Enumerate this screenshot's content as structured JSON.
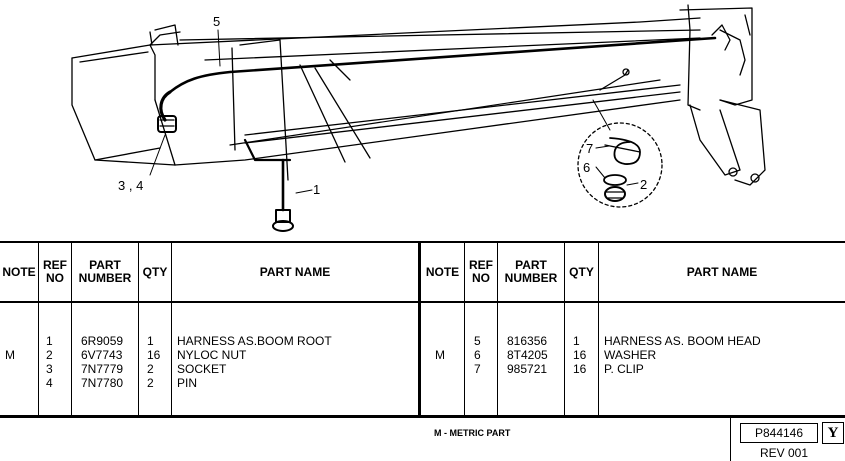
{
  "callouts": [
    "5",
    "3 , 4",
    "1",
    "7",
    "6",
    "2"
  ],
  "headers": {
    "note": "NOTE",
    "ref_no": [
      "REF",
      "NO"
    ],
    "part_number": [
      "PART",
      "NUMBER"
    ],
    "qty": "QTY",
    "part_name": "PART NAME"
  },
  "left": {
    "notes": [
      "",
      "M",
      "",
      ""
    ],
    "refs": [
      "1",
      "2",
      "3",
      "4"
    ],
    "part_numbers": [
      "6R9059",
      "6V7743",
      "7N7779",
      "7N7780"
    ],
    "qtys": [
      "1",
      "16",
      "2",
      "2"
    ],
    "names": [
      "HARNESS AS.BOOM ROOT",
      "NYLOC NUT",
      "SOCKET",
      "PIN"
    ]
  },
  "right": {
    "notes": [
      "",
      "M",
      ""
    ],
    "refs": [
      "5",
      "6",
      "7"
    ],
    "part_numbers": [
      "816356",
      "8T4205",
      "985721"
    ],
    "qtys": [
      "1",
      "16",
      "16"
    ],
    "names": [
      "HARNESS AS. BOOM HEAD",
      "WASHER",
      "P. CLIP"
    ]
  },
  "footer": {
    "metric_note": "M - METRIC PART",
    "page_number": "P844146",
    "rev_letter": "Y",
    "revision": "REV 001"
  }
}
